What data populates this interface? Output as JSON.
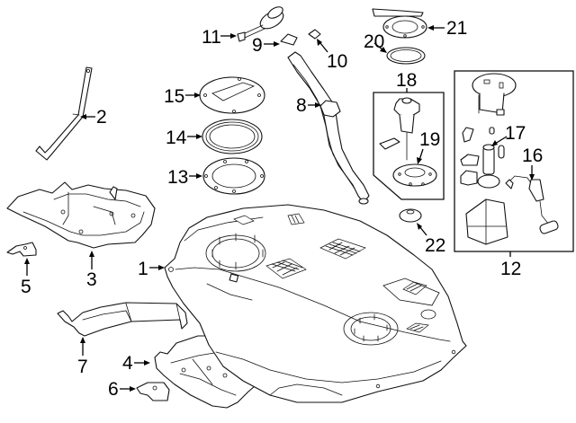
{
  "diagram": {
    "title": "Fuel tank and fuel pump components exploded parts diagram",
    "callouts": [
      {
        "id": "1",
        "label": "1",
        "part": "fuel-tank"
      },
      {
        "id": "2",
        "label": "2",
        "part": "tank-strap"
      },
      {
        "id": "3",
        "label": "3",
        "part": "heat-shield-front"
      },
      {
        "id": "4",
        "label": "4",
        "part": "heat-shield-rear"
      },
      {
        "id": "5",
        "label": "5",
        "part": "bracket"
      },
      {
        "id": "6",
        "label": "6",
        "part": "bracket"
      },
      {
        "id": "7",
        "label": "7",
        "part": "tank-strap-protector"
      },
      {
        "id": "8",
        "label": "8",
        "part": "filler-pipe"
      },
      {
        "id": "9",
        "label": "9",
        "part": "filler-pipe-bracket"
      },
      {
        "id": "10",
        "label": "10",
        "part": "filler-pipe-seal"
      },
      {
        "id": "11",
        "label": "11",
        "part": "fuel-cap"
      },
      {
        "id": "12",
        "label": "12",
        "part": "fuel-pump-assembly"
      },
      {
        "id": "13",
        "label": "13",
        "part": "gasket"
      },
      {
        "id": "14",
        "label": "14",
        "part": "seal-ring"
      },
      {
        "id": "15",
        "label": "15",
        "part": "retainer-cover"
      },
      {
        "id": "16",
        "label": "16",
        "part": "fuel-level-sender"
      },
      {
        "id": "17",
        "label": "17",
        "part": "fuel-pump"
      },
      {
        "id": "18",
        "label": "18",
        "part": "sub-tank-unit"
      },
      {
        "id": "19",
        "label": "19",
        "part": "gasket"
      },
      {
        "id": "20",
        "label": "20",
        "part": "seal-ring"
      },
      {
        "id": "21",
        "label": "21",
        "part": "retainer-plate"
      },
      {
        "id": "22",
        "label": "22",
        "part": "plug"
      }
    ]
  }
}
